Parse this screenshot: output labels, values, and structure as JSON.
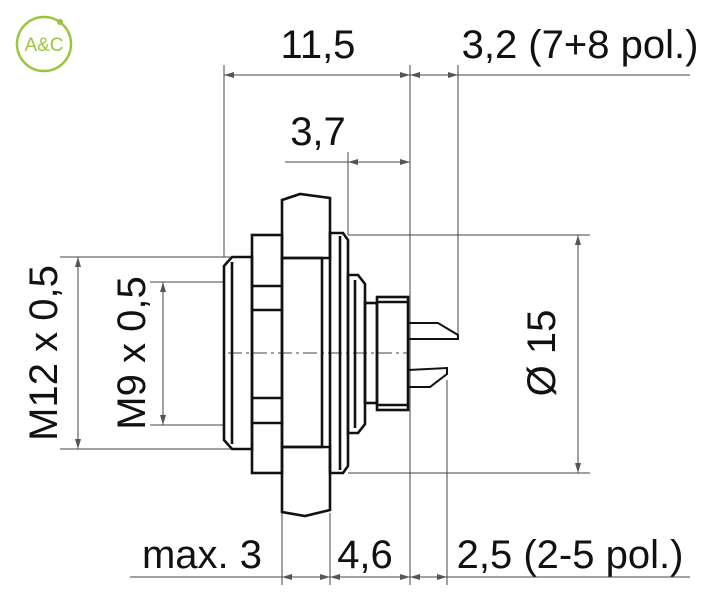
{
  "logo": {
    "text": "A&C",
    "color": "#9ac53c"
  },
  "dimensions": {
    "overall_length": "11,5",
    "pin_length_7_8": "3,2 (7+8 pol.)",
    "rear_length": "3,7",
    "diameter": "Ø 15",
    "outer_thread": "M12 x 0,5",
    "inner_thread": "M9 x 0,5",
    "panel_max": "max. 3",
    "rear_body": "4,6",
    "pin_length_2_5": "2,5 (2-5 pol.)"
  }
}
